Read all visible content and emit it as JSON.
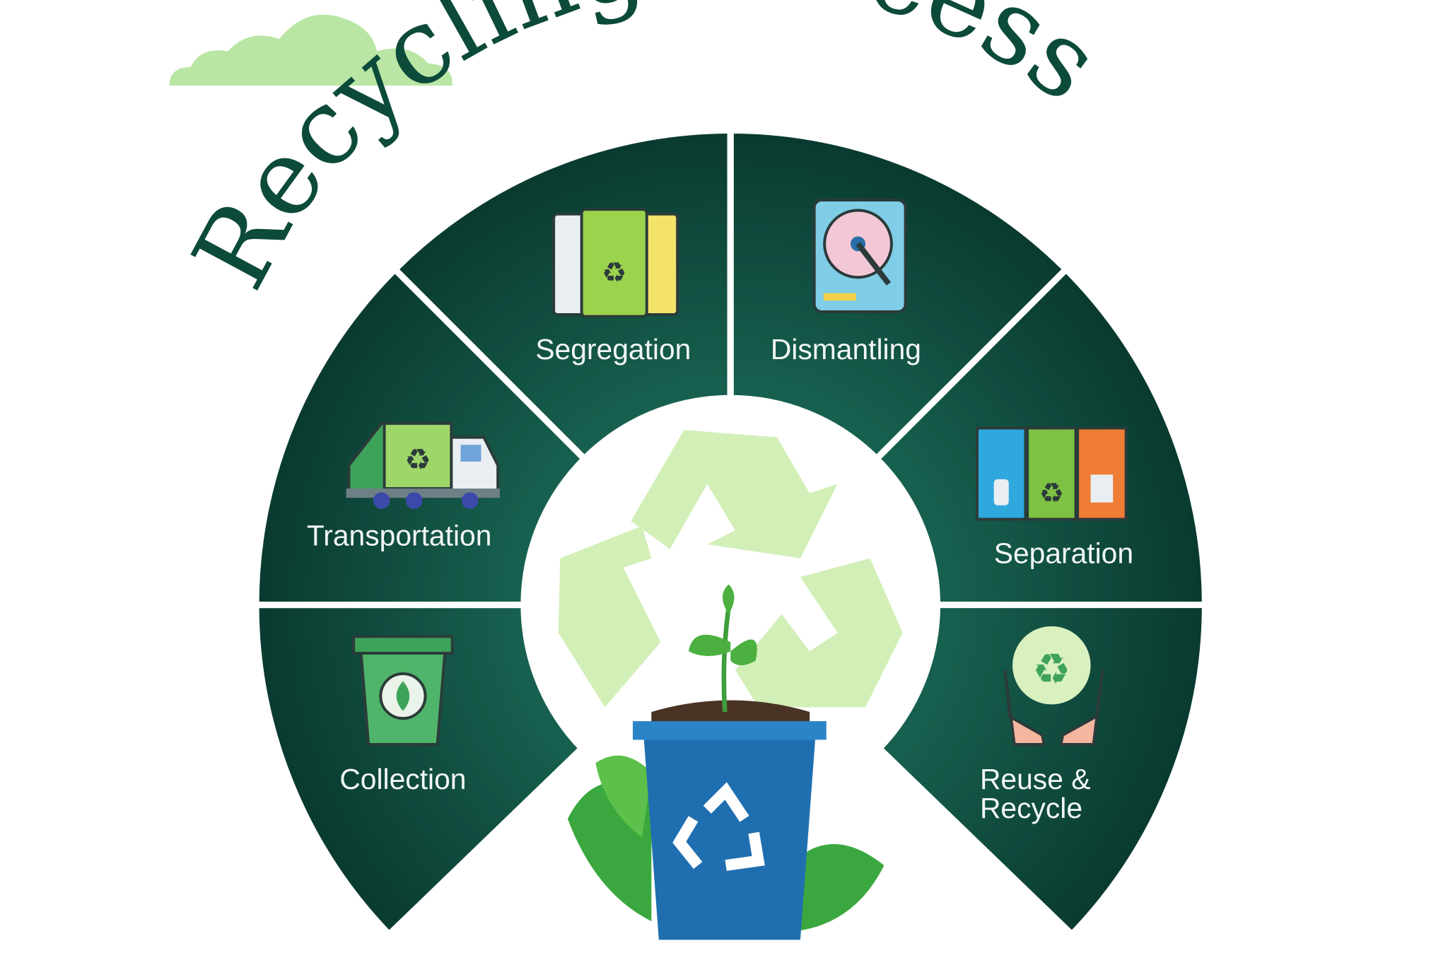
{
  "title": "Recycling Process",
  "steps": [
    {
      "label": "Collection",
      "icon": "green-bin-leaf-icon"
    },
    {
      "label": "Transportation",
      "icon": "recycling-truck-icon"
    },
    {
      "label": "Segregation",
      "icon": "sorting-bins-icon"
    },
    {
      "label": "Dismantling",
      "icon": "hard-drive-icon"
    },
    {
      "label": "Separation",
      "icon": "separation-bins-icon"
    },
    {
      "label_line1": "Reuse &",
      "label_line2": "Recycle",
      "icon": "hands-recycle-icon"
    }
  ],
  "center": {
    "icon": "recycle-bin-plant-icon"
  },
  "colors": {
    "segment_dark": "#0a3a30",
    "segment_light": "#15584a",
    "title": "#0c4a3a",
    "recycle_light": "#d2efb8",
    "bin_blue": "#1f6fb0"
  }
}
